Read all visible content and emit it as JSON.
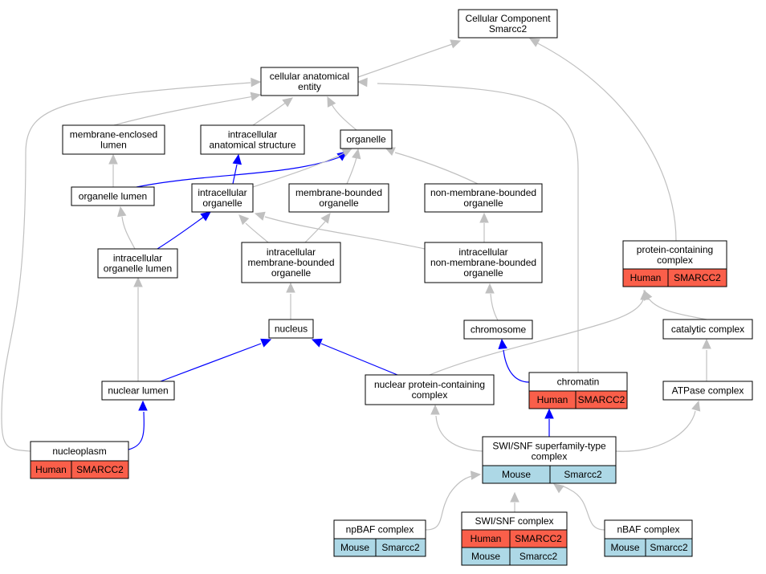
{
  "colors": {
    "gray_edge": "#c0c0c0",
    "blue_edge": "#0000ff",
    "human_fill": "#fa5f4a",
    "mouse_fill": "#add8e6"
  },
  "nodes": {
    "cc_root": {
      "lines": [
        "Cellular Component",
        "Smarcc2"
      ]
    },
    "cae": {
      "lines": [
        "cellular anatomical",
        "entity"
      ]
    },
    "mel": {
      "lines": [
        "membrane-enclosed",
        "lumen"
      ]
    },
    "ias": {
      "lines": [
        "intracellular",
        "anatomical structure"
      ]
    },
    "organelle": {
      "lines": [
        "organelle"
      ]
    },
    "organelle_lumen": {
      "lines": [
        "organelle lumen"
      ]
    },
    "intra_org": {
      "lines": [
        "intracellular",
        "organelle"
      ]
    },
    "mbo": {
      "lines": [
        "membrane-bounded",
        "organelle"
      ]
    },
    "nmbo": {
      "lines": [
        "non-membrane-bounded",
        "organelle"
      ]
    },
    "iol": {
      "lines": [
        "intracellular",
        "organelle lumen"
      ]
    },
    "imbo": {
      "lines": [
        "intracellular",
        "membrane-bounded",
        "organelle"
      ]
    },
    "inmbo": {
      "lines": [
        "intracellular",
        "non-membrane-bounded",
        "organelle"
      ]
    },
    "pcc": {
      "lines": [
        "protein-containing",
        "complex"
      ],
      "rows": [
        [
          "Human",
          "SMARCC2"
        ]
      ]
    },
    "nucleus": {
      "lines": [
        "nucleus"
      ]
    },
    "chromosome": {
      "lines": [
        "chromosome"
      ]
    },
    "catalytic": {
      "lines": [
        "catalytic complex"
      ]
    },
    "nuclear_lumen": {
      "lines": [
        "nuclear lumen"
      ]
    },
    "npcc": {
      "lines": [
        "nuclear protein-containing",
        "complex"
      ]
    },
    "chromatin": {
      "lines": [
        "chromatin"
      ],
      "rows": [
        [
          "Human",
          "SMARCC2"
        ]
      ]
    },
    "atpase": {
      "lines": [
        "ATPase complex"
      ]
    },
    "nucleoplasm": {
      "lines": [
        "nucleoplasm"
      ],
      "rows": [
        [
          "Human",
          "SMARCC2"
        ]
      ]
    },
    "swisnf_type": {
      "lines": [
        "SWI/SNF superfamily-type",
        "complex"
      ],
      "rows": [
        [
          "Mouse",
          "Smarcc2"
        ]
      ]
    },
    "npbaf": {
      "lines": [
        "npBAF complex"
      ],
      "rows": [
        [
          "Mouse",
          "Smarcc2"
        ]
      ]
    },
    "swisnf": {
      "lines": [
        "SWI/SNF complex"
      ],
      "rows": [
        [
          "Human",
          "SMARCC2"
        ],
        [
          "Mouse",
          "Smarcc2"
        ]
      ]
    },
    "nbaf": {
      "lines": [
        "nBAF complex"
      ],
      "rows": [
        [
          "Mouse",
          "Smarcc2"
        ]
      ]
    }
  },
  "edges": [
    {
      "from": "cae",
      "to": "cc_root",
      "style": "gray"
    },
    {
      "from": "pcc",
      "to": "cc_root",
      "style": "gray"
    },
    {
      "from": "mel",
      "to": "cae",
      "style": "gray"
    },
    {
      "from": "ias",
      "to": "cae",
      "style": "gray"
    },
    {
      "from": "organelle",
      "to": "cae",
      "style": "gray"
    },
    {
      "from": "chromatin",
      "to": "cae",
      "style": "gray"
    },
    {
      "from": "nucleoplasm",
      "to": "cae",
      "style": "gray"
    },
    {
      "from": "organelle_lumen",
      "to": "mel",
      "style": "gray"
    },
    {
      "from": "organelle_lumen",
      "to": "organelle",
      "style": "blue"
    },
    {
      "from": "intra_org",
      "to": "ias",
      "style": "blue"
    },
    {
      "from": "intra_org",
      "to": "organelle",
      "style": "gray"
    },
    {
      "from": "mbo",
      "to": "organelle",
      "style": "gray"
    },
    {
      "from": "nmbo",
      "to": "organelle",
      "style": "gray"
    },
    {
      "from": "iol",
      "to": "organelle_lumen",
      "style": "gray"
    },
    {
      "from": "iol",
      "to": "intra_org",
      "style": "blue"
    },
    {
      "from": "imbo",
      "to": "intra_org",
      "style": "gray"
    },
    {
      "from": "imbo",
      "to": "mbo",
      "style": "gray"
    },
    {
      "from": "inmbo",
      "to": "intra_org",
      "style": "gray"
    },
    {
      "from": "inmbo",
      "to": "nmbo",
      "style": "gray"
    },
    {
      "from": "nucleus",
      "to": "imbo",
      "style": "gray"
    },
    {
      "from": "chromosome",
      "to": "inmbo",
      "style": "gray"
    },
    {
      "from": "catalytic",
      "to": "pcc",
      "style": "gray"
    },
    {
      "from": "npcc",
      "to": "pcc",
      "style": "gray"
    },
    {
      "from": "nuclear_lumen",
      "to": "iol",
      "style": "gray"
    },
    {
      "from": "nuclear_lumen",
      "to": "nucleus",
      "style": "blue"
    },
    {
      "from": "npcc",
      "to": "nucleus",
      "style": "blue"
    },
    {
      "from": "chromatin",
      "to": "chromosome",
      "style": "blue"
    },
    {
      "from": "atpase",
      "to": "catalytic",
      "style": "gray"
    },
    {
      "from": "nucleoplasm",
      "to": "nuclear_lumen",
      "style": "blue"
    },
    {
      "from": "swisnf_type",
      "to": "npcc",
      "style": "gray"
    },
    {
      "from": "swisnf_type",
      "to": "chromatin",
      "style": "blue"
    },
    {
      "from": "swisnf_type",
      "to": "atpase",
      "style": "gray"
    },
    {
      "from": "npbaf",
      "to": "swisnf_type",
      "style": "gray"
    },
    {
      "from": "swisnf",
      "to": "swisnf_type",
      "style": "gray"
    },
    {
      "from": "nbaf",
      "to": "swisnf_type",
      "style": "gray"
    }
  ]
}
